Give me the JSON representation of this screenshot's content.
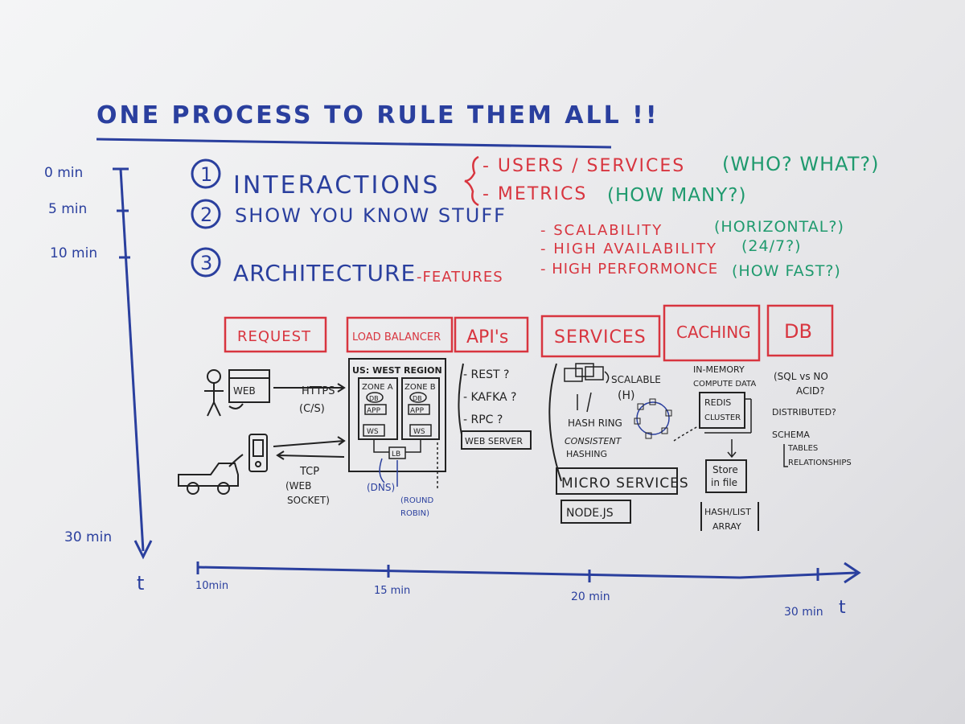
{
  "title": "ONE PROCESS TO RULE THEM ALL !!",
  "steps": [
    {
      "num": "1",
      "label": "INTERACTIONS"
    },
    {
      "num": "2",
      "label": "SHOW YOU KNOW STUFF"
    },
    {
      "num": "3",
      "label": "ARCHITECTURE",
      "suffix": "-FEATURES"
    }
  ],
  "interactions_notes": [
    {
      "red": "- USERS / SERVICES",
      "green": "(WHO? WHAT?)"
    },
    {
      "red": "- METRICS",
      "green": "(HOW MANY?)"
    }
  ],
  "feature_notes": [
    {
      "red": "- SCALABILITY",
      "green": "(HORIZONTAL?)"
    },
    {
      "red": "- HIGH AVAILABILITY",
      "green": "(24/7?)"
    },
    {
      "red": "- HIGH PERFORMONCE",
      "green": "(HOW FAST?)"
    }
  ],
  "vertical_timeline": {
    "labels": [
      "0 min",
      "5 min",
      "10 min",
      "30 min"
    ],
    "axis_label": "t"
  },
  "horizontal_timeline": {
    "labels": [
      "10min",
      "15 min",
      "20 min",
      "30 min"
    ],
    "axis_label": "t"
  },
  "column_headers": [
    "REQUEST",
    "LOAD BALANCER",
    "API's",
    "SERVICES",
    "CACHING",
    "DB"
  ],
  "request_col": {
    "browser": "WEB",
    "protocol1": "HTTPS",
    "protocol1_sub": "(C/S)",
    "protocol2": "TCP",
    "protocol2_sub1": "(WEB",
    "protocol2_sub2": "SOCKET)"
  },
  "lb_col": {
    "region": "US: WEST REGION",
    "zone_a": "ZONE A",
    "zone_b": "ZONE B",
    "db": "DB",
    "app": "APP",
    "ws": "WS",
    "lb": "LB",
    "dns": "(DNS)",
    "round_robin1": "(ROUND",
    "round_robin2": "ROBIN)"
  },
  "api_col": {
    "items": [
      "- REST ?",
      "- KAFKA ?",
      "- RPC ?"
    ],
    "web_server": "WEB SERVER"
  },
  "services_col": {
    "scalable": "SCALABLE",
    "scalable_sub": "(H)",
    "hash_ring": "HASH RING",
    "consistent": "CONSISTENT",
    "hashing": "HASHING",
    "micro": "MICRO SERVICES",
    "node": "NODE.JS"
  },
  "caching_col": {
    "in_memory": "IN-MEMORY",
    "compute": "COMPUTE DATA",
    "redis1": "REDIS",
    "redis2": "CLUSTER",
    "store1": "Store",
    "store2": "in file",
    "hash1": "HASH/LIST",
    "hash2": "ARRAY"
  },
  "db_col": {
    "sql": "(SQL vs NO",
    "acid": "ACID?",
    "distributed": "DISTRIBUTED?",
    "schema": "SCHEMA",
    "tables": "TABLES",
    "relationships": "RELATIONSHIPS"
  }
}
